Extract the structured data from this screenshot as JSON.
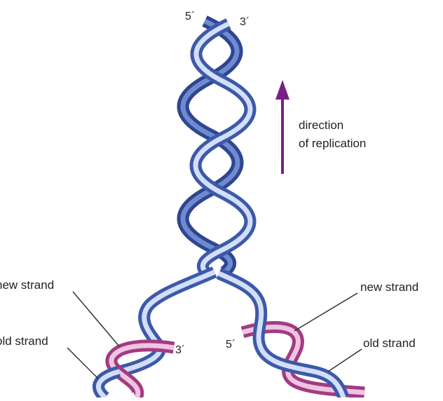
{
  "labels": {
    "top_five_prime": "5´",
    "top_three_prime": "3´",
    "direction": [
      "direction",
      "of replication"
    ],
    "left_new_strand": "new strand",
    "left_old_strand": "old strand",
    "left_three_prime": "3´",
    "right_new_strand": "new strand",
    "right_old_strand": "old strand",
    "right_five_prime": "5´"
  },
  "colors": {
    "parental_strand": "#5a79c4",
    "new_strand": "#c34f9a",
    "arrow": "#7a1f86"
  }
}
